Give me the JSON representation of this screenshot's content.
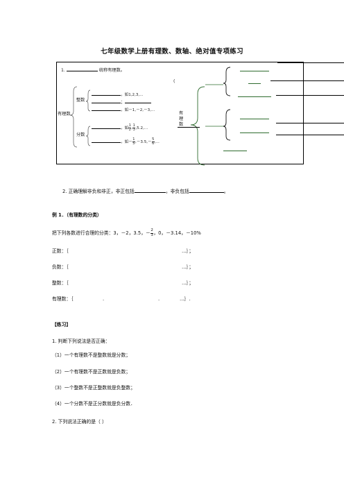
{
  "title": "七年级数学上册有理数、数轴、绝对值专项练习",
  "box": {
    "q1_prefix": "1.",
    "q1_suffix": "统称有理数。",
    "root": "有理数",
    "integer": "整数",
    "fraction": "分数",
    "int_row1": "，如1,2,3,...",
    "int_row2": "；",
    "int_row3": "，如－1,－2,－3,...",
    "fr_row1_prefix": "，如",
    "fr_row1_f1_n": "1",
    "fr_row1_f1_d": "2",
    "fr_row1_f2_n": "1",
    "fr_row1_f2_d": "3",
    "fr_row1_suffix": ",5.2,...",
    "fr_row2_prefix": "，如－",
    "fr_row2_f1_n": "1",
    "fr_row2_f1_d": "5",
    "fr_row2_mid": ",－3.5,－",
    "fr_row2_f2_n": "5",
    "fr_row2_f2_d": "6",
    "fr_row2_suffix": ",...",
    "right_root_chars": [
      "有",
      "理",
      "数"
    ],
    "left_paren": "("
  },
  "q2": {
    "text1": "2.  正确理解非负和非正，非正包括",
    "text2": "，非负包括",
    "text3": "。"
  },
  "example": {
    "heading": "例 1．（有理数的分类）",
    "prompt_prefix": "把下列各数进行合理的分类：3，－2，3.5，－",
    "frac_n": "2",
    "frac_d": "3",
    "prompt_suffix": "，0，－3.14，－10%",
    "rows": [
      {
        "label": "正数：｛",
        "end": "…｝；"
      },
      {
        "label": "负数：｛",
        "end": "…｝；"
      },
      {
        "label": "整数：｛",
        "end": "…｝；"
      }
    ],
    "rational_label": "有理数：｛",
    "rational_dot1": ".",
    "rational_dot2": ".",
    "rational_end": "…｝."
  },
  "practice": {
    "heading": "【练习】",
    "q1": "1.  判断下列说法是否正确：",
    "items": [
      "（1）一个有理数不是整数就是分数；",
      "（2）一个有理数不是正数就是负数；",
      "（3）一个整数不是正整数就是负整数；",
      "（4）一个分数不是正分数就是负分数．"
    ],
    "q2": "2.  下列说法正确的是（     ）"
  }
}
